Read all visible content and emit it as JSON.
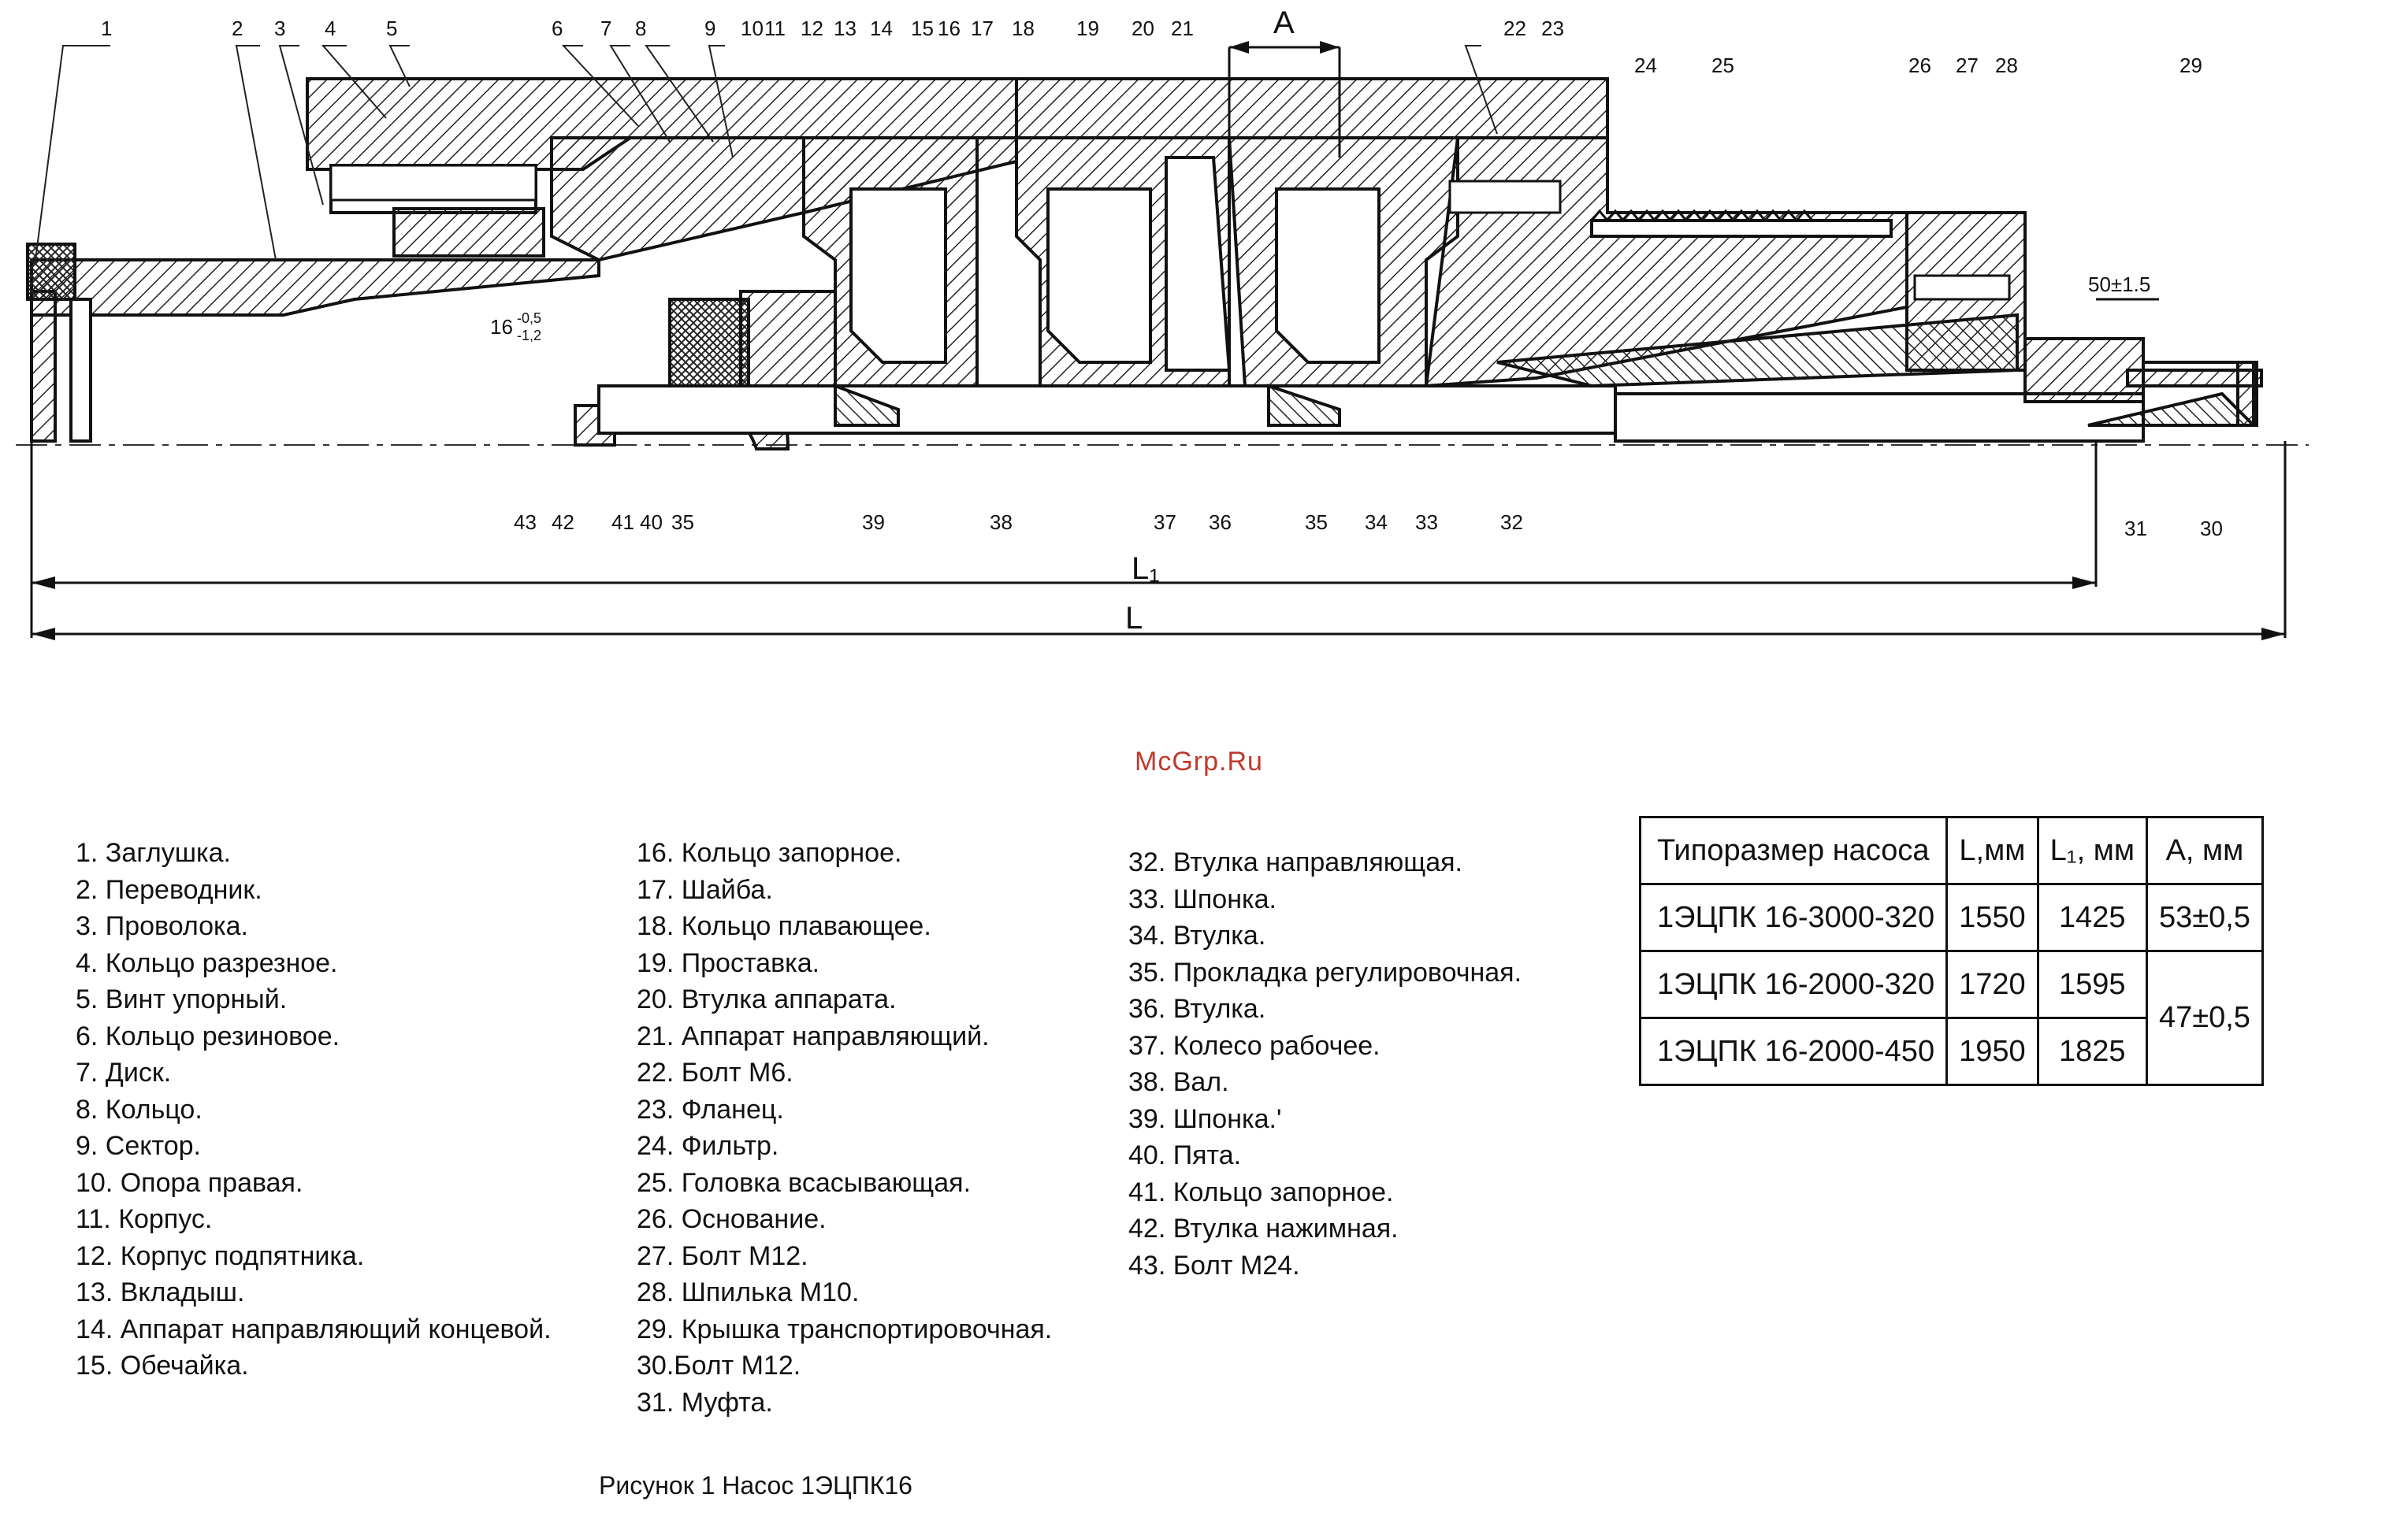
{
  "watermark": "McGrp.Ru",
  "caption": "Рисунок 1  Насос 1ЭЦПК16",
  "dimensions": {
    "L1": "L₁",
    "L": "L",
    "A": "A",
    "gap": "50±1.5",
    "tol_main": "16",
    "tol_sup": "-0,5",
    "tol_sub": "-1,2"
  },
  "callouts_top": [
    "1",
    "2",
    "3",
    "4",
    "5",
    "6",
    "7",
    "8",
    "9",
    "10",
    "11",
    "12",
    "13",
    "14",
    "15",
    "16",
    "17",
    "18",
    "19",
    "20",
    "21",
    "22",
    "23",
    "24",
    "25",
    "26",
    "27",
    "28",
    "29"
  ],
  "callouts_bottom": [
    "43",
    "42",
    "41",
    "40",
    "35",
    "39",
    "38",
    "37",
    "36",
    "35",
    "34",
    "33",
    "32",
    "31",
    "30"
  ],
  "legend": {
    "col1": [
      "1. Заглушка.",
      "2. Переводник.",
      "3. Проволока.",
      "4. Кольцо разрезное.",
      "5. Винт упорный.",
      "6. Кольцо резиновое.",
      "7. Диск.",
      "8. Кольцо.",
      "9. Сектор.",
      "10. Опора правая.",
      "11. Корпус.",
      "12. Корпус подпятника.",
      "13. Вкладыш.",
      "14. Аппарат направляющий концевой.",
      "15. Обечайка."
    ],
    "col2": [
      "16. Кольцо запорное.",
      "17. Шайба.",
      "18. Кольцо плавающее.",
      "19. Проставка.",
      "20. Втулка аппарата.",
      "21. Аппарат направляющий.",
      "22. Болт М6.",
      "23. Фланец.",
      "24. Фильтр.",
      "25. Головка всасывающая.",
      "26. Основание.",
      "27. Болт М12.",
      "28. Шпилька М10.",
      "29. Крышка транспортировочная.",
      "30.Болт М12.",
      "31. Муфта."
    ],
    "col3": [
      "32. Втулка направляющая.",
      "33. Шпонка.",
      "34. Втулка.",
      "35. Прокладка регулировочная.",
      "36. Втулка.",
      "37. Колесо рабочее.",
      "38. Вал.",
      "39. Шпонка.'",
      "40. Пята.",
      "41. Кольцо запорное.",
      "42. Втулка нажимная.",
      "43. Болт М24."
    ]
  },
  "table": {
    "headers": [
      "Типоразмер насоса",
      "L,мм",
      "L₁, мм",
      "А, мм"
    ],
    "rows": [
      {
        "model": "1ЭЦПК 16-3000-320",
        "L": "1550",
        "L1": "1425",
        "A": "53±0,5"
      },
      {
        "model": "1ЭЦПК 16-2000-320",
        "L": "1720",
        "L1": "1595",
        "A": "47±0,5"
      },
      {
        "model": "1ЭЦПК 16-2000-450",
        "L": "1950",
        "L1": "1825"
      }
    ]
  }
}
